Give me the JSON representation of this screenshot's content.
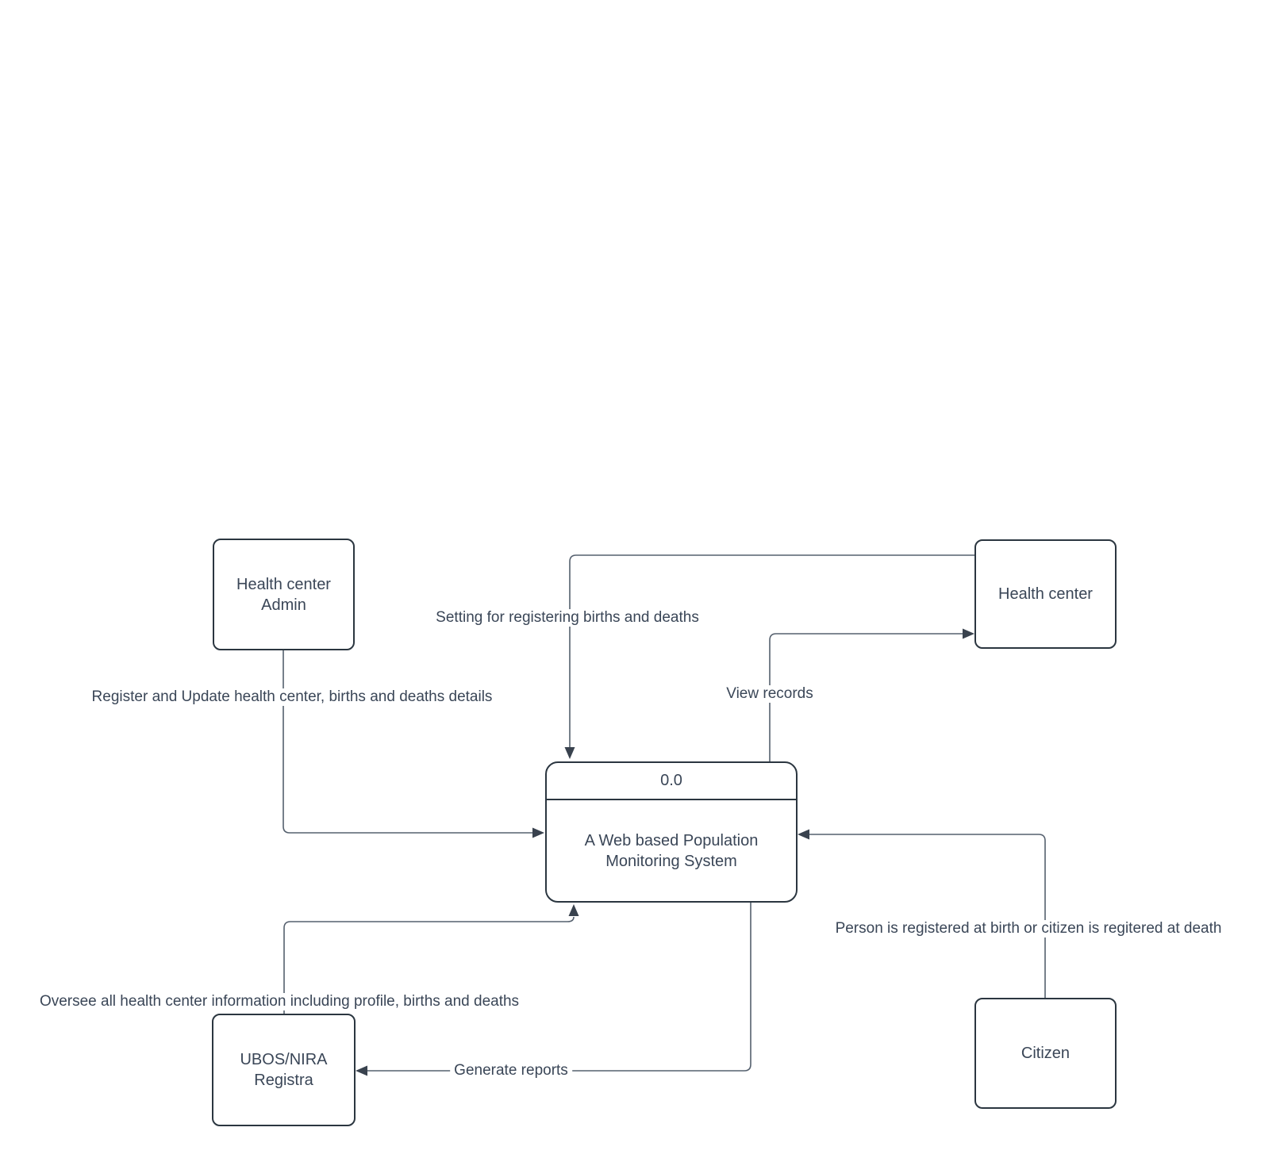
{
  "diagram": {
    "process": {
      "number": "0.0",
      "title": "A Web based Population Monitoring System"
    },
    "entities": {
      "health_center_admin": {
        "label": "Health center Admin"
      },
      "health_center": {
        "label": "Health center"
      },
      "ubos_nira_registra": {
        "label": "UBOS/NIRA Registra"
      },
      "citizen": {
        "label": "Citizen"
      }
    },
    "flows": {
      "register_update": {
        "label": "Register and Update health center, births and deaths details",
        "from": "Health center Admin",
        "to": "0.0"
      },
      "setting_births_deaths": {
        "label": "Setting for registering births and deaths",
        "from": "Health center",
        "to": "0.0"
      },
      "view_records": {
        "label": "View records",
        "from": "0.0",
        "to": "Health center"
      },
      "oversee": {
        "label": "Oversee all health center information including profile, births and deaths",
        "from": "UBOS/NIRA Registra",
        "to": "0.0"
      },
      "generate_reports": {
        "label": "Generate reports",
        "from": "0.0",
        "to": "UBOS/NIRA Registra"
      },
      "person_registered": {
        "label": "Person is registered at birth or citizen is regitered at death",
        "from": "Citizen",
        "to": "0.0"
      }
    },
    "colors": {
      "background": "#ffffff",
      "shape_border": "#2b3640",
      "connector": "#55606e",
      "text": "#3a4657"
    }
  }
}
